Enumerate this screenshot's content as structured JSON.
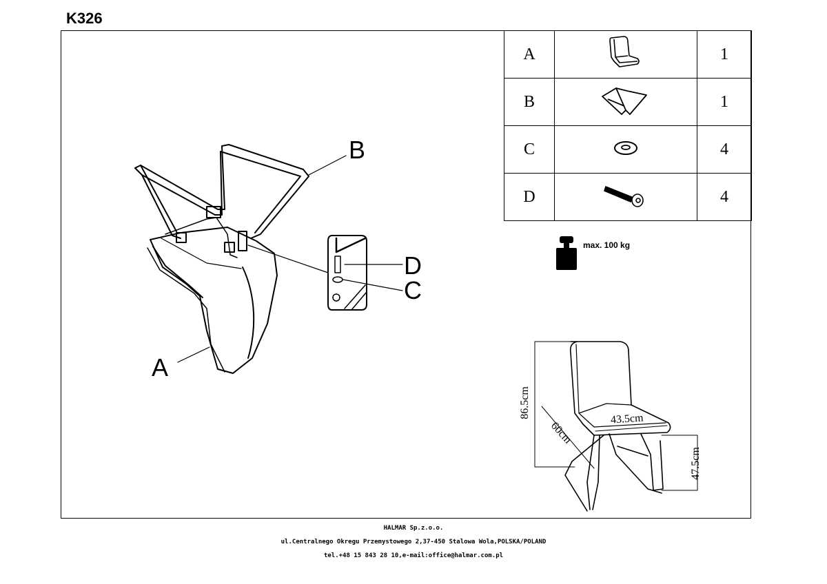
{
  "product_code": "K326",
  "parts": [
    {
      "letter": "A",
      "icon": "chair-seat-shell",
      "qty": "1"
    },
    {
      "letter": "B",
      "icon": "chair-frame-legs",
      "qty": "1"
    },
    {
      "letter": "C",
      "icon": "washer",
      "qty": "4"
    },
    {
      "letter": "D",
      "icon": "bolt",
      "qty": "4"
    }
  ],
  "max_load": "max. 100 kg",
  "callouts": {
    "a": "A",
    "b": "B",
    "c": "C",
    "d": "D"
  },
  "dimensions": {
    "height": "86.5cm",
    "depth": "60cm",
    "width": "43.5cm",
    "seat_height": "47.5cm"
  },
  "footer": {
    "company": "HALMAR Sp.z.o.o.",
    "address": "ul.Centralnego Okregu Przemystowego 2,37-450 Stalowa Wola,POLSKA/POLAND",
    "contact": "tel.+48 15 843 28 10,e-mail:office@halmar.com.pl"
  }
}
